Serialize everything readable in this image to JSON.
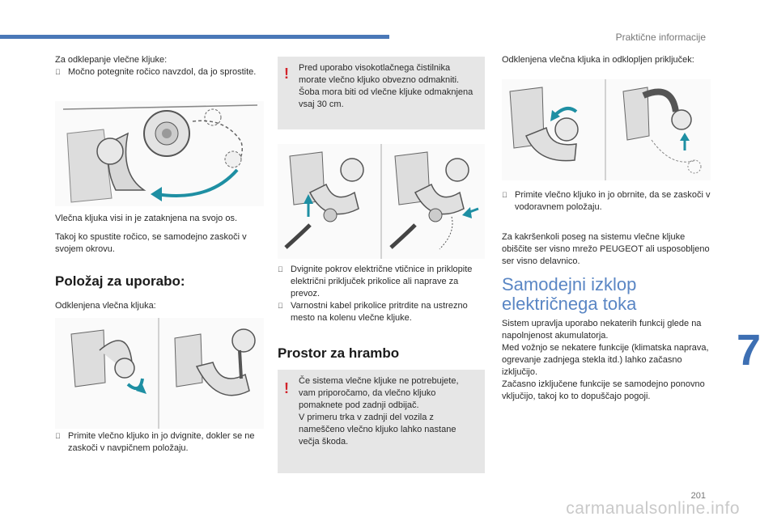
{
  "header": {
    "section": "Praktične informacije",
    "chapter": "7",
    "page": "201"
  },
  "col1": {
    "intro": "Za odklepanje vlečne kljuke:",
    "step1": "Močno potegnite ročico navzdol, da jo sprostite.",
    "p1": "Vlečna kljuka visi in je zataknjena na svojo os.",
    "p2": "Takoj ko spustite ročico, se samodejno zaskoči v svojem okrovu.",
    "heading": "Položaj za uporabo:",
    "p3": "Odklenjena vlečna kljuka:",
    "step2": "Primite vlečno kljuko in jo dvignite, dokler se ne zaskoči v navpičnem položaju."
  },
  "col2": {
    "warning1": "Pred uporabo visokotlačnega čistilnika morate vlečno kljuko obvezno odmakniti. Šoba mora biti od vlečne kljuke odmaknjena vsaj 30 cm.",
    "step1": "Dvignite pokrov električne vtičnice in priklopite električni priključek prikolice ali naprave za prevoz.",
    "step2": "Varnostni kabel prikolice pritrdite na ustrezno mesto na kolenu vlečne kljuke.",
    "heading": "Prostor za hrambo",
    "warning2_a": "Če sistema vlečne kljuke ne potrebujete, vam priporočamo, da vlečno kljuko pomaknete pod zadnji odbijač.",
    "warning2_b": "V primeru trka v zadnji del vozila z nameščeno vlečno kljuko lahko nastane večja škoda."
  },
  "col3": {
    "intro": "Odklenjena vlečna kljuka in odklopljen priključek:",
    "step1": "Primite vlečno kljuko in jo obrnite, da se zaskoči v vodoravnem položaju.",
    "p1": "Za kakršenkoli poseg na sistemu vlečne kljuke obiščite ser visno mrežo PEUGEOT ali usposobljeno ser visno delavnico.",
    "heading": "Samodejni izklop električnega toka",
    "p2": "Sistem upravlja uporabo nekaterih funkcij glede na napolnjenost akumulatorja.",
    "p3": "Med vožnjo se nekatere funkcije (klimatska naprava, ogrevanje zadnjega stekla itd.) lahko začasno izključijo.",
    "p4": "Začasno izključene funkcije se samodejno ponovno vključijo, takoj ko to dopuščajo pogoji."
  },
  "warning_mark": "!",
  "bullet_mark": "",
  "watermark": "carmanualsonline.info",
  "colors": {
    "accent": "#4a78b8",
    "warning": "#d2232a",
    "panel": "#e6e6e6"
  }
}
